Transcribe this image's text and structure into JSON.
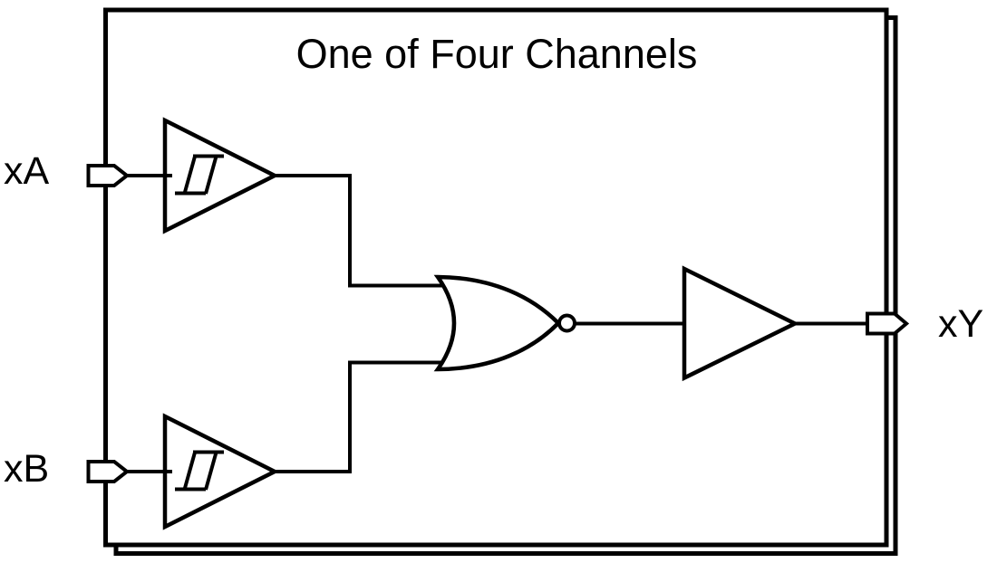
{
  "diagram": {
    "title": "One of Four Channels",
    "inputs": [
      {
        "label": "xA",
        "buffer_type": "schmitt-trigger"
      },
      {
        "label": "xB",
        "buffer_type": "schmitt-trigger"
      }
    ],
    "gate": {
      "type": "NOR",
      "icon": "or-gate-with-inversion-bubble"
    },
    "output": {
      "label": "xY",
      "buffer_type": "buffer"
    },
    "stacked_boxes_visible": 2,
    "colors": {
      "line": "#000000",
      "background": "#ffffff"
    }
  }
}
